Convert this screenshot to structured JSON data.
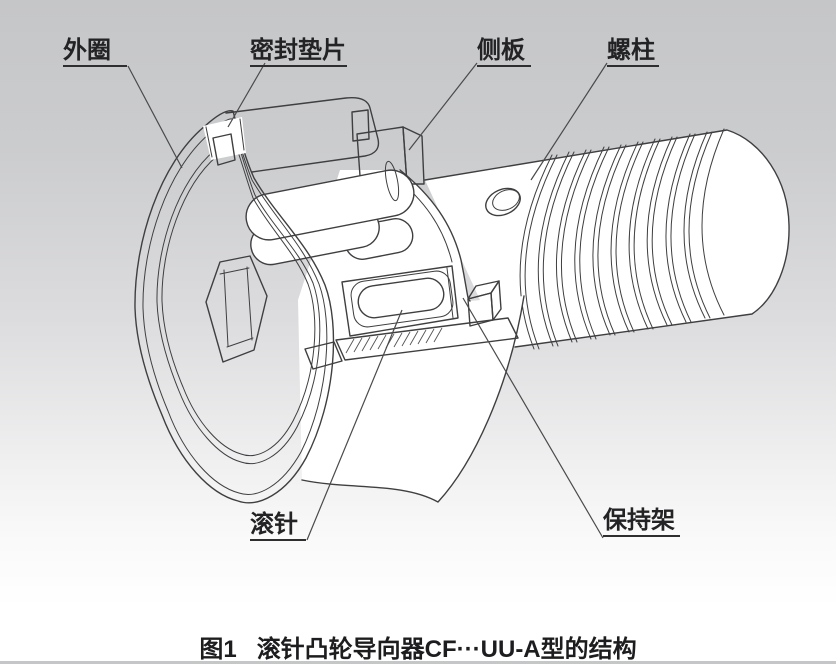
{
  "figure": {
    "type": "technical-illustration",
    "caption": {
      "number": "图1",
      "title": "滚针凸轮导向器CF···UU-A型的结构"
    },
    "parts": [
      {
        "id": "outer-ring",
        "label": "外圈"
      },
      {
        "id": "seal-washer",
        "label": "密封垫片"
      },
      {
        "id": "side-plate",
        "label": "侧板"
      },
      {
        "id": "stud",
        "label": "螺柱"
      },
      {
        "id": "needle-roller",
        "label": "滚针"
      },
      {
        "id": "cage",
        "label": "保持架"
      }
    ],
    "colors": {
      "line": "#3f3f41",
      "part_fill": "#ffffff",
      "cage_fill": "#d6d6d9",
      "shaded_fill": "#c9c9cc",
      "background_top": "#c5c6c8",
      "background_bottom": "#ffffff"
    }
  }
}
